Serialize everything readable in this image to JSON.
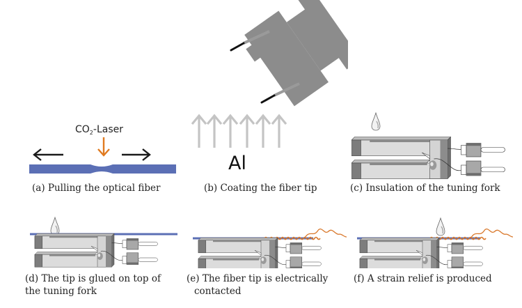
{
  "panels": [
    {
      "id": "a",
      "caption": "(a) Pulling the optical fiber",
      "label_laser": "CO",
      "label_laser_sub": "2",
      "label_laser_rest": "-Laser"
    },
    {
      "id": "b",
      "caption": "(b) Coating the fiber tip",
      "label_material": "Al"
    },
    {
      "id": "c",
      "caption": "(c) Insulation of the tuning fork"
    },
    {
      "id": "d",
      "caption_line1": "(d) The tip is glued on top of",
      "caption_line2": "the tuning fork"
    },
    {
      "id": "e",
      "caption_line1": "(e) The fiber tip is electrically",
      "caption_line2": "contacted"
    },
    {
      "id": "f",
      "caption": "(f) A strain relief is produced"
    }
  ],
  "colors": {
    "fiber": "#5b6fb5",
    "laser": "#e07a1f",
    "wire": "#e07a1f",
    "fork_light": "#d9d9d9",
    "fork_dark": "#7a7a7a",
    "holder": "#8c8c8c",
    "vapor_arrows": "#c4c4c4",
    "arrows": "#1a1a1a"
  }
}
